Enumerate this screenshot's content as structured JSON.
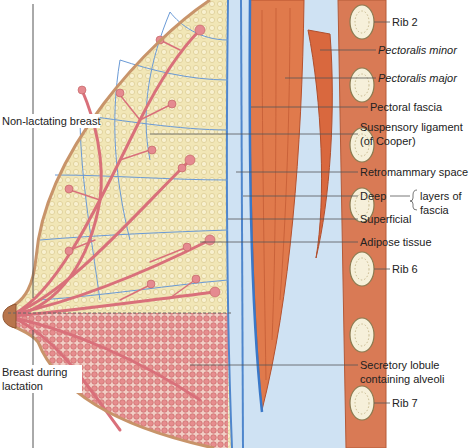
{
  "diagram": {
    "labels": [
      "Rib 2",
      "Pectoralis minor",
      "Pectoralis major",
      "Pectoral fascia",
      "Suspensory ligament (of Cooper)",
      "Retromammary space",
      "Deep",
      "layers of fascia",
      "Superficial",
      "Adipose tissue",
      "Rib 6",
      "Secretory lobule containing alveoli",
      "Rib 7",
      "Non-lactating breast",
      "Breast during lactation"
    ]
  }
}
